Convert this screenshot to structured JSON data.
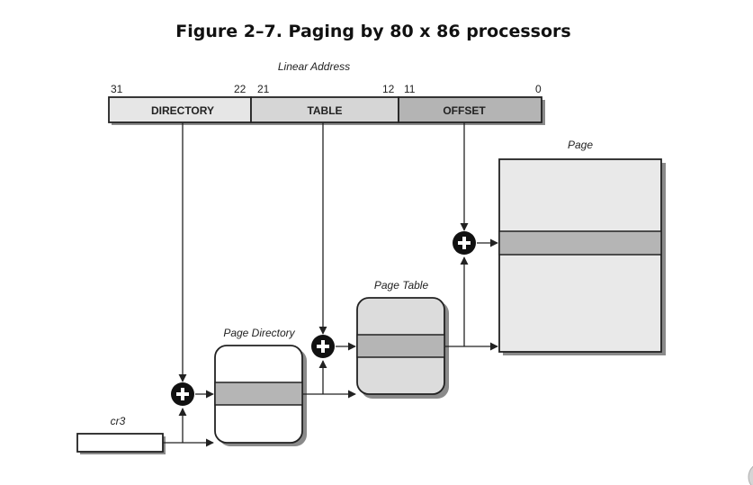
{
  "figure": {
    "title": "Figure 2–7. Paging by 80 x 86 processors"
  },
  "linear_address": {
    "label": "Linear Address",
    "bits": [
      "31",
      "22",
      "21",
      "12",
      "11",
      "0"
    ],
    "fields": [
      "DIRECTORY",
      "TABLE",
      "OFFSET"
    ]
  },
  "structures": {
    "page_label": "Page",
    "page_table_label": "Page Table",
    "page_directory_label": "Page Directory",
    "cr3_label": "cr3"
  },
  "colors": {
    "directory_field": "#e6e6e6",
    "table_field": "#d6d6d6",
    "offset_field": "#b4b4b4",
    "page_fill": "#e9e9e9",
    "page_table_fill": "#dcdcdc",
    "entry_band": "#b5b5b5",
    "adder": "#111111"
  },
  "icons": [
    "plus-circle-icon"
  ]
}
